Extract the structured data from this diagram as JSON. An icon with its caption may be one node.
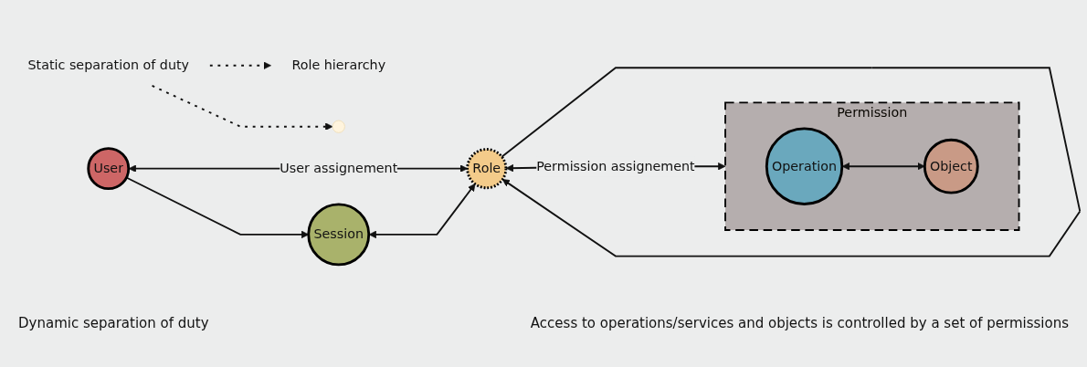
{
  "diagram": {
    "caption": "Access to operations/services and objects is controlled by a set of permissions",
    "nodes": [
      {
        "text": [
          "Static separation of duty"
        ]
      },
      {
        "text": [
          "Role hierarchy"
        ]
      },
      {
        "text": [
          "User"
        ]
      },
      {
        "text": [
          "Role"
        ]
      },
      {
        "text": [
          "Session"
        ]
      },
      {
        "text": [
          "Permission"
        ]
      },
      {
        "text": [
          "Operation"
        ],
        "in": 5
      },
      {
        "text": [
          "Object"
        ],
        "in": 5
      }
    ],
    "edges": [
      {
        "from": 0,
        "to": 1,
        "arrow": "to",
        "style": "dashed"
      },
      {
        "from": 0,
        "to": null,
        "arrow": "to",
        "style": "dashed"
      },
      {
        "from": 3,
        "to": 3,
        "arrow": "to"
      },
      {
        "from": 2,
        "to": 3,
        "arrow": "both",
        "label": "User assignement"
      },
      {
        "from": 3,
        "to": 5,
        "arrow": "both",
        "label": "Permission assignement"
      },
      {
        "from": 2,
        "to": 4,
        "arrow": "to"
      },
      {
        "from": 4,
        "to": 3,
        "arrow": "both"
      },
      {
        "from": 6,
        "to": 7,
        "arrow": "both"
      }
    ],
    "labels": [
      "Dynamic separation of duty"
    ]
  }
}
